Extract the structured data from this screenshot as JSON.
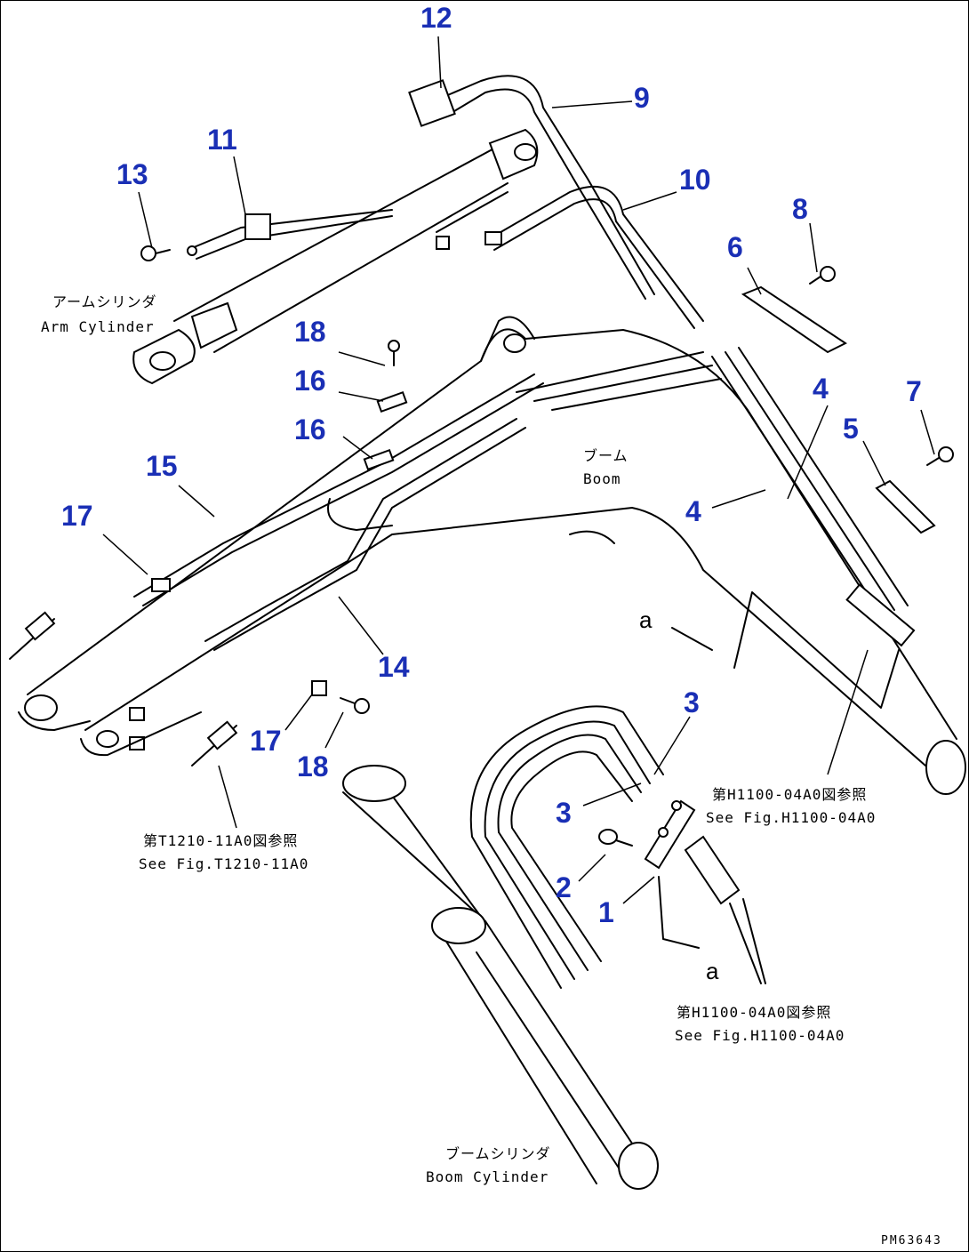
{
  "callouts": {
    "c1": "1",
    "c2": "2",
    "c3a": "3",
    "c3b": "3",
    "c4a": "4",
    "c4b": "4",
    "c5": "5",
    "c6": "6",
    "c7": "7",
    "c8": "8",
    "c9": "9",
    "c10": "10",
    "c11": "11",
    "c12": "12",
    "c13": "13",
    "c14": "14",
    "c15": "15",
    "c16a": "16",
    "c16b": "16",
    "c17a": "17",
    "c17b": "17",
    "c18a": "18",
    "c18b": "18"
  },
  "labels": {
    "arm_cylinder_jp": "アームシリンダ",
    "arm_cylinder_en": "Arm Cylinder",
    "boom_jp": "ブーム",
    "boom_en": "Boom",
    "boom_cylinder_jp": "ブームシリンダ",
    "boom_cylinder_en": "Boom Cylinder",
    "view_a_1": "a",
    "view_a_2": "a"
  },
  "references": {
    "ref_h1100_right_jp": "第H1100-04A0図参照",
    "ref_h1100_right_en": "See Fig.H1100-04A0",
    "ref_t1210_jp": "第T1210-11A0図参照",
    "ref_t1210_en": "See Fig.T1210-11A0",
    "ref_h1100_bottom_jp": "第H1100-04A0図参照",
    "ref_h1100_bottom_en": "See Fig.H1100-04A0"
  },
  "figure_code": "PM63643",
  "colors": {
    "callout": "#1a2fb5",
    "linework": "#000000"
  }
}
